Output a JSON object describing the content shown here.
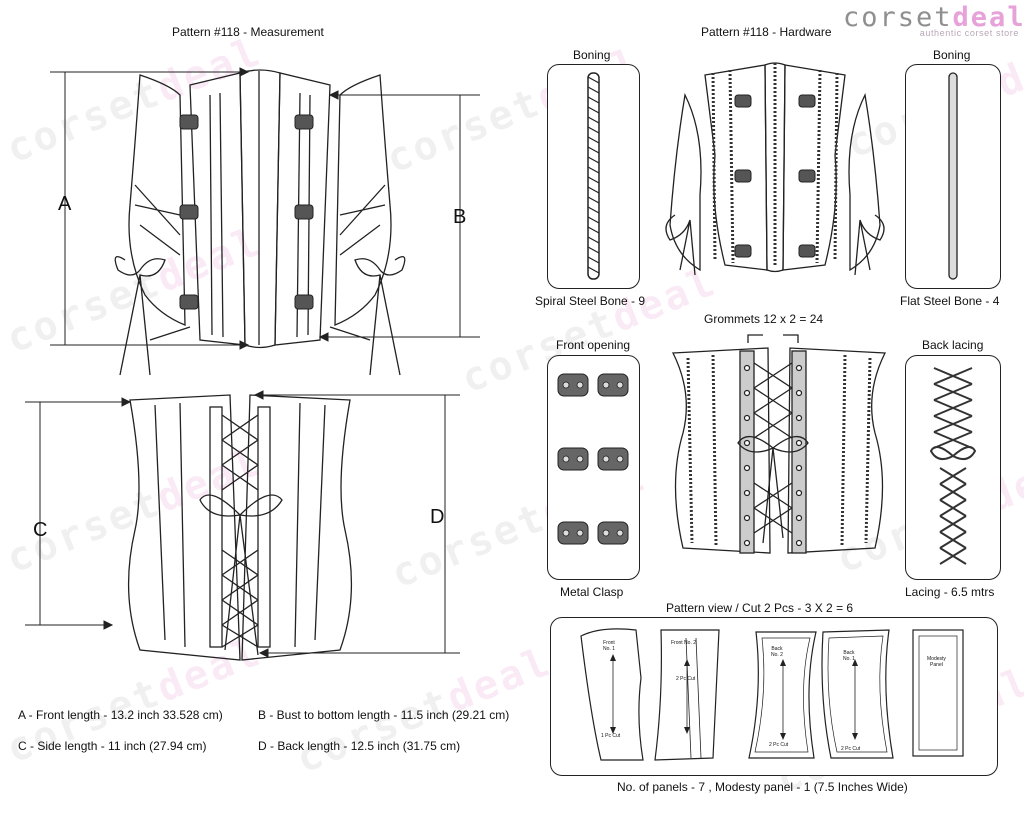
{
  "logo": {
    "word1": "corset",
    "word2": "deal",
    "tagline": "authentic corset store"
  },
  "measurement": {
    "title": "Pattern #118 -  Measurement",
    "labels": {
      "a": "A",
      "b": "B",
      "c": "C",
      "d": "D"
    },
    "legend": {
      "a": "A - Front length - 13.2 inch 33.528 cm)",
      "b": "B - Bust to bottom length - 11.5 inch (29.21 cm)",
      "c": "C - Side length - 11 inch (27.94 cm)",
      "d": "D - Back length - 12.5 inch (31.75 cm)"
    }
  },
  "hardware": {
    "title": "Pattern #118 -  Hardware",
    "spiral_boning": {
      "title": "Boning",
      "caption": "Spiral Steel Bone - 9"
    },
    "flat_boning": {
      "title": "Boning",
      "caption": "Flat Steel Bone - 4"
    },
    "grommets": {
      "caption": "Grommets  12 x 2 = 24"
    },
    "front_opening": {
      "title": "Front opening",
      "caption": "Metal Clasp"
    },
    "back_lacing": {
      "title": "Back lacing",
      "caption": "Lacing - 6.5 mtrs"
    }
  },
  "pattern_view": {
    "title": "Pattern view  /  Cut 2 Pcs - 3 X 2 = 6",
    "pieces": [
      {
        "name": "Front\nNo. 1",
        "cut": "1 Pc Cut"
      },
      {
        "name": "Front No. 2",
        "cut": "2 Pc Cut"
      },
      {
        "name": "Back\nNo. 2",
        "cut": "2 Pc Cut"
      },
      {
        "name": "Back\nNo. 1",
        "cut": "2 Pc Cut"
      },
      {
        "name": "Modesty\nPanel",
        "cut": ""
      }
    ],
    "footer": "No. of panels - 7  , Modesty panel - 1 (7.5 Inches Wide)"
  }
}
